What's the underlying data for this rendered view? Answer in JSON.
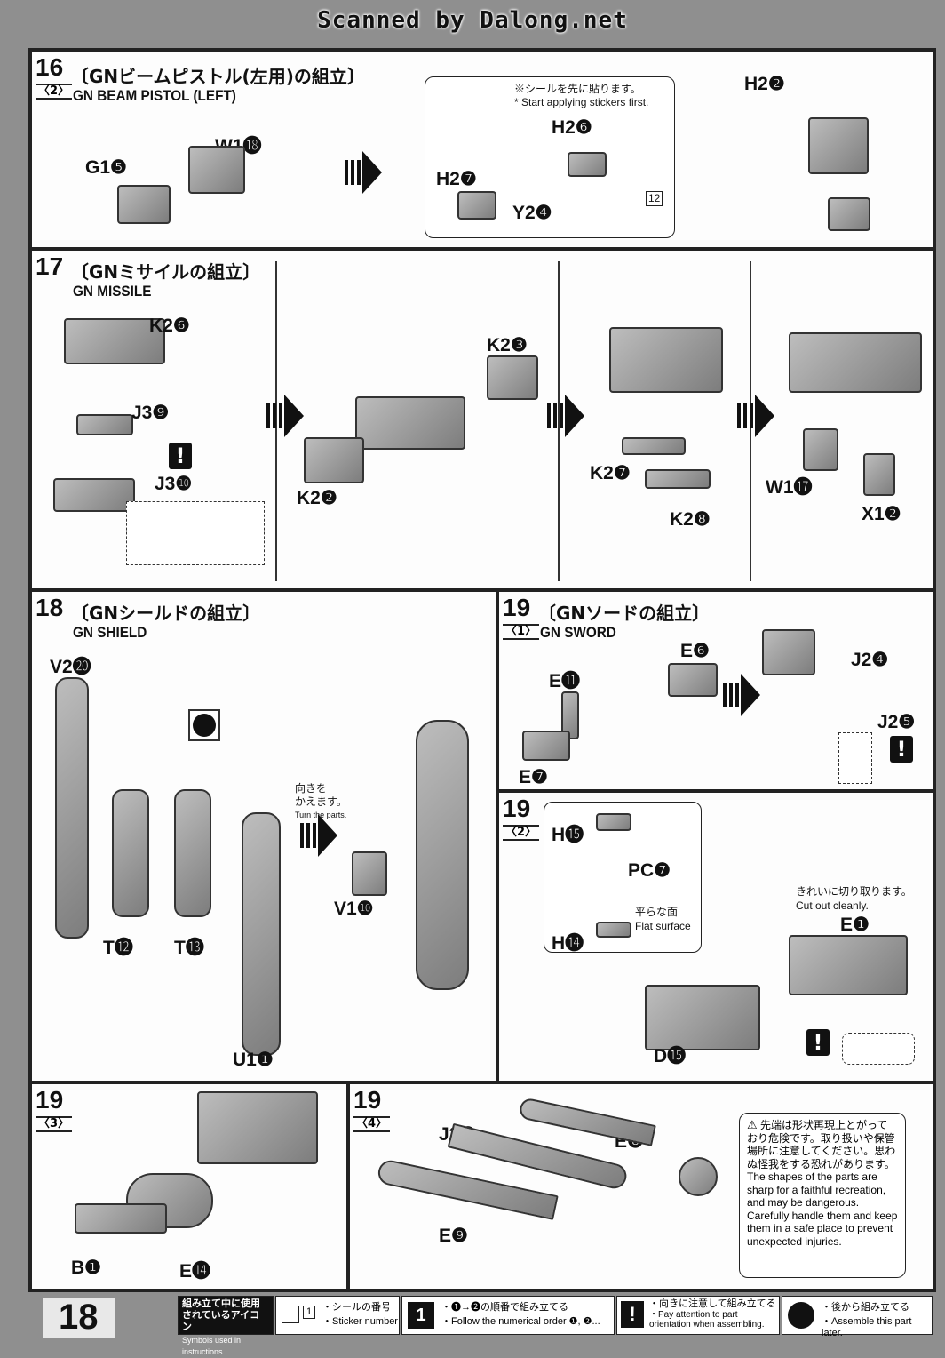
{
  "watermark": "Scanned by Dalong.net",
  "step16": {
    "num": "16",
    "sub": "〈2〉",
    "jp": "〔GNビームピストル(左用)の組立〕",
    "en": "GN BEAM PISTOL (LEFT)",
    "parts": [
      "G1❺",
      "W1⓲",
      "H2❷",
      "H2❻",
      "H2❼",
      "Y2❹"
    ],
    "note_jp": "※シールを先に貼ります。",
    "note_en": "* Start applying stickers first.",
    "sticker": "12"
  },
  "step17": {
    "num": "17",
    "jp": "〔GNミサイルの組立〕",
    "en": "GN MISSILE",
    "parts": [
      "K2❻",
      "J3❾",
      "J3❿",
      "K2❸",
      "K2❷",
      "K2❼",
      "K2❽",
      "W1⓱",
      "X1❷"
    ]
  },
  "step18": {
    "num": "18",
    "jp": "〔GNシールドの組立〕",
    "en": "GN SHIELD",
    "parts": [
      "V2⓴",
      "T⓬",
      "T⓭",
      "U1❶",
      "V1❿"
    ],
    "turn_jp": "向きを\nかえます。",
    "turn_en": "Turn the parts."
  },
  "step19_1": {
    "num": "19",
    "sub": "〈1〉",
    "jp": "〔GNソードの組立〕",
    "en": "GN SWORD",
    "parts": [
      "E⓫",
      "E❻",
      "E❼",
      "J2❹",
      "J2❺"
    ]
  },
  "step19_2": {
    "num": "19",
    "sub": "〈2〉",
    "parts": [
      "H⓯",
      "H⓮",
      "PC❼",
      "E❶",
      "D⓯"
    ],
    "flat_jp": "平らな面",
    "flat_en": "Flat surface",
    "cut_jp": "きれいに切り取ります。",
    "cut_en": "Cut out cleanly."
  },
  "step19_3": {
    "num": "19",
    "sub": "〈3〉",
    "parts": [
      "B❶",
      "E⓮"
    ]
  },
  "step19_4": {
    "num": "19",
    "sub": "〈4〉",
    "parts": [
      "J2❽",
      "E❽",
      "E❾"
    ],
    "warn_jp": "先端は形状再現上とがっており危険です。取り扱いや保管場所に注意してください。思わぬ怪我をする恐れがあります。",
    "warn_en": "The shapes of the parts are sharp for a faithful recreation, and may be dangerous. Carefully handle them and keep them in a safe place to prevent unexpected injuries."
  },
  "footer": {
    "page": "18",
    "icons_jp": "組み立て中に使用されているアイコン",
    "icons_en": "Symbols used in instructions",
    "sticker_jp": "・シールの番号",
    "sticker_en": "・Sticker number",
    "sticker_num": "1",
    "order_jp": "・❶→❷の順番で組み立てる",
    "order_en": "・Follow the numerical order ❶, ❷...",
    "orient_jp": "・向きに注意して組み立てる",
    "orient_en": "・Pay attention to part orientation when assembling.",
    "later_jp": "・後から組み立てる",
    "later_en": "・Assemble this part later."
  }
}
